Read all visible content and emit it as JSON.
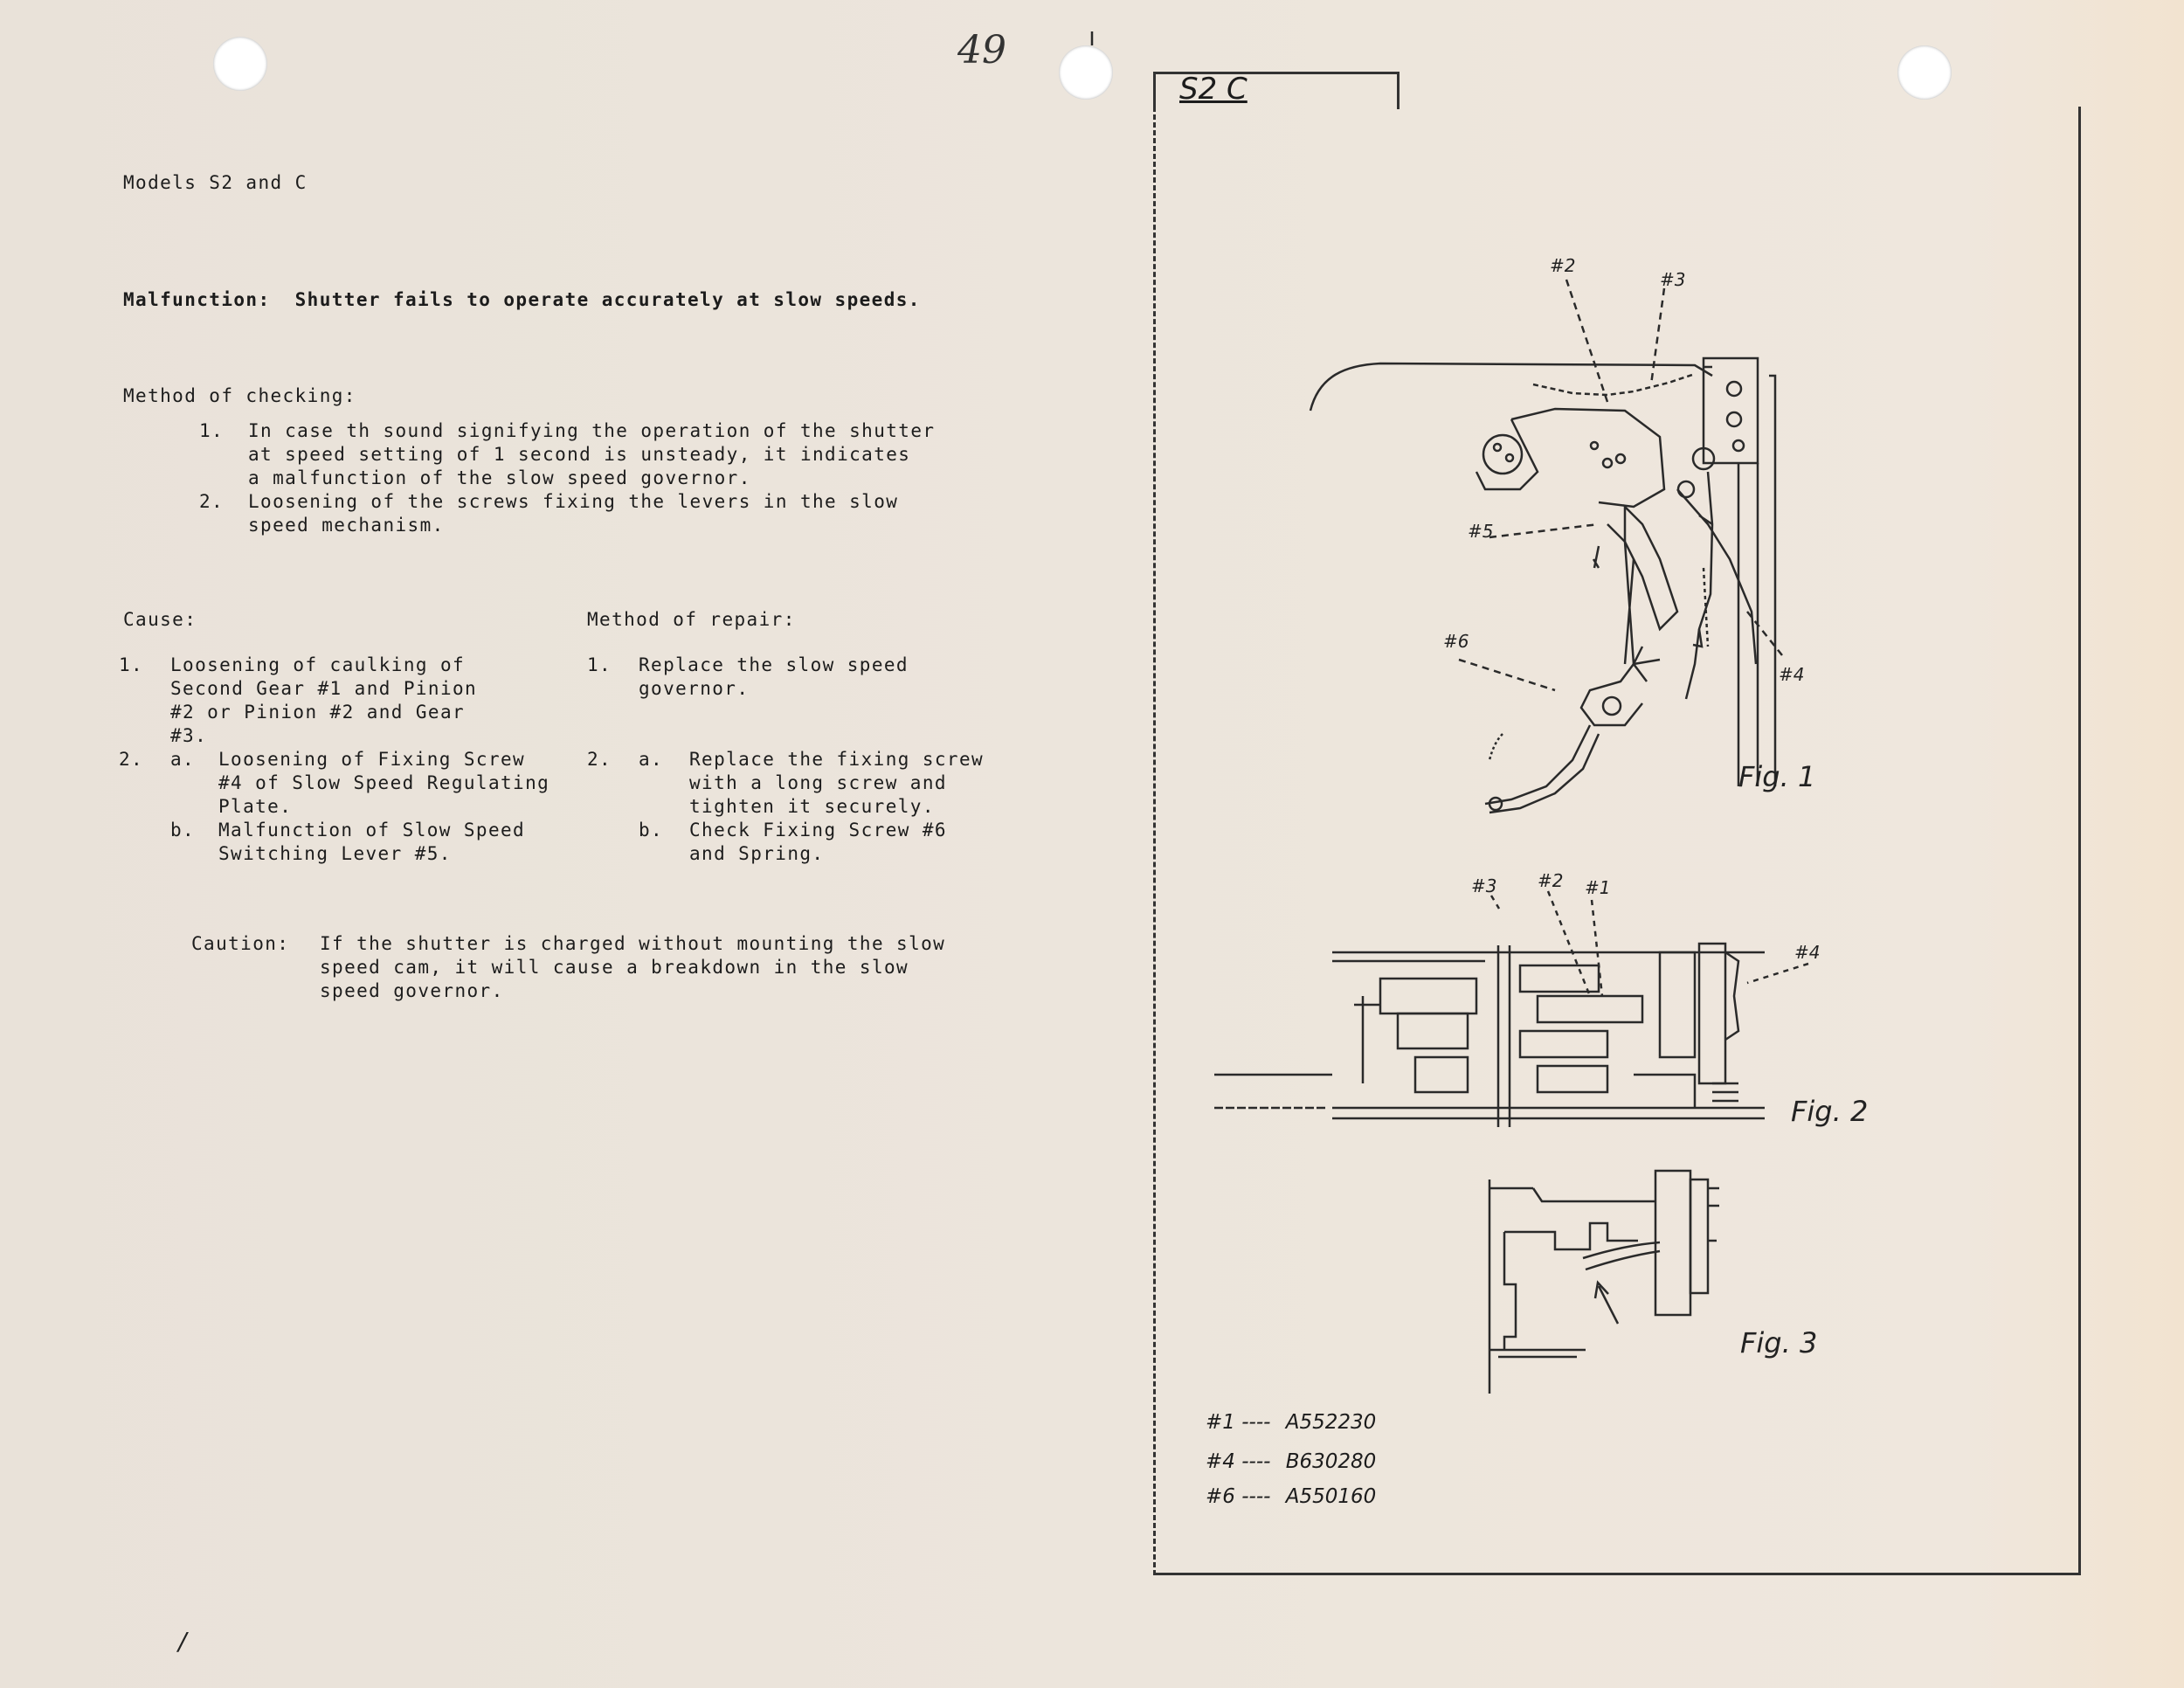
{
  "page_number": "49",
  "header": {
    "models": "Models S2 and C"
  },
  "malfunction": {
    "label": "Malfunction:",
    "text": "Shutter fails to operate accurately at slow speeds."
  },
  "checking": {
    "heading": "Method of checking:",
    "items": [
      {
        "num": "1.",
        "lines": [
          "In case th sound signifying the operation of the shutter",
          "at speed setting of 1 second is unsteady, it indicates",
          "a malfunction of the slow speed governor."
        ]
      },
      {
        "num": "2.",
        "lines": [
          "Loosening of the screws fixing the levers in the slow",
          "speed mechanism."
        ]
      }
    ]
  },
  "cause": {
    "heading": "Cause:",
    "items": [
      {
        "num": "1.",
        "lines": [
          "Loosening of caulking of",
          "Second Gear #1 and Pinion",
          "#2 or Pinion #2 and Gear",
          "#3."
        ]
      },
      {
        "num": "2.",
        "sub": "a.",
        "lines": [
          "Loosening of Fixing Screw",
          "#4 of Slow Speed Regulating",
          "Plate."
        ]
      },
      {
        "sub": "b.",
        "lines": [
          "Malfunction of Slow Speed",
          "Switching Lever #5."
        ]
      }
    ]
  },
  "repair": {
    "heading": "Method of repair:",
    "items": [
      {
        "num": "1.",
        "lines": [
          "Replace the slow speed",
          "governor."
        ]
      },
      {
        "num": "2.",
        "sub": "a.",
        "lines": [
          "Replace the fixing screw",
          "with a long screw and",
          "tighten it securely."
        ]
      },
      {
        "sub": "b.",
        "lines": [
          "Check Fixing Screw #6",
          "and Spring."
        ]
      }
    ]
  },
  "caution": {
    "label": "Caution:",
    "lines": [
      "If the shutter is charged without mounting the slow",
      "speed cam, it will cause a breakdown in the slow",
      "speed governor."
    ]
  },
  "panel": {
    "tab": "S2 C",
    "fig1": {
      "label": "Fig. 1",
      "parts": [
        "#2",
        "#3",
        "#5",
        "#6",
        "#4"
      ]
    },
    "fig2": {
      "label": "Fig. 2",
      "parts": [
        "#3",
        "#2",
        "#1",
        "#4"
      ]
    },
    "fig3": {
      "label": "Fig. 3"
    },
    "part_refs": [
      {
        "id": "#1",
        "dash": "----",
        "code": "A552230"
      },
      {
        "id": "#4",
        "dash": "----",
        "code": "B630280"
      },
      {
        "id": "#6",
        "dash": "----",
        "code": "A550160"
      }
    ]
  },
  "margin_mark": "/"
}
